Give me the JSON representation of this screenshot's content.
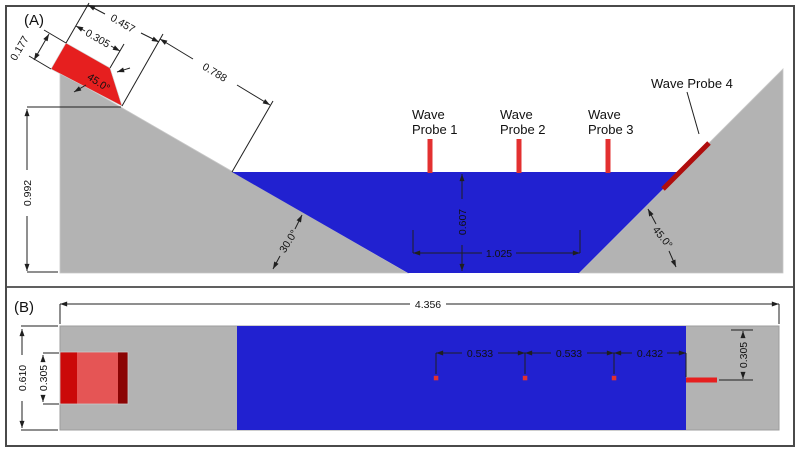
{
  "figure": {
    "panel_a_label": "(A)",
    "panel_b_label": "(B)"
  },
  "panel_a": {
    "dim_block_base": "0.457",
    "dim_block_top": "0.305",
    "dim_block_thickness": "0.177",
    "dim_block_angle": "45.0°",
    "dim_slope_distance": "0.788",
    "dim_height": "0.992",
    "dim_water_depth": "0.607",
    "dim_bottom_length": "1.025",
    "dim_left_slope_angle": "30.0°",
    "dim_right_slope_angle": "45.0°",
    "probe1_line1": "Wave",
    "probe1_line2": "Probe 1",
    "probe2_line1": "Wave",
    "probe2_line2": "Probe 2",
    "probe3_line1": "Wave",
    "probe3_line2": "Probe 3",
    "probe4_label": "Wave Probe 4"
  },
  "panel_b": {
    "dim_tank_length": "4.356",
    "dim_tank_width": "0.610",
    "dim_block_width": "0.305",
    "dim_probe_spacing_12": "0.533",
    "dim_probe_spacing_23": "0.533",
    "dim_probe3_to_slope": "0.432",
    "dim_probe4_offset": "0.305"
  },
  "colors": {
    "water_blue": "#2121d0",
    "slope_gray": "#b3b3b3",
    "block_red": "#e61f1f",
    "probe_red": "#e33030",
    "probe4_dark_red": "#b00d0d",
    "block_left_strip": "#cb0909",
    "block_mid": "#e55555",
    "block_right_strip": "#8b0404"
  }
}
